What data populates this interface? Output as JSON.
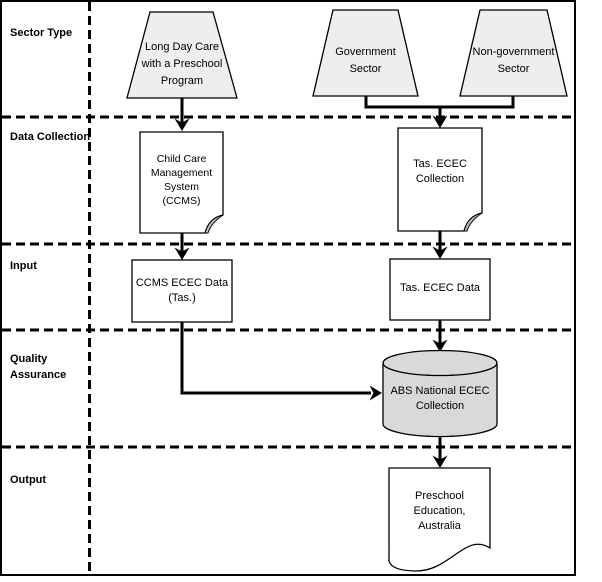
{
  "diagram": {
    "type": "flowchart",
    "rows": [
      {
        "id": "sector-type",
        "label": "Sector Type"
      },
      {
        "id": "data-collection",
        "label": "Data Collection"
      },
      {
        "id": "input",
        "label": "Input"
      },
      {
        "id": "quality-assurance",
        "label": "Quality\nAssurance"
      },
      {
        "id": "output",
        "label": "Output"
      }
    ],
    "nodes": {
      "long_day_care": {
        "shape": "trapezoid",
        "label": "Long Day Care\nwith a Preschool\nProgram"
      },
      "government": {
        "shape": "trapezoid",
        "label": "Government\nSector"
      },
      "non_government": {
        "shape": "trapezoid",
        "label": "Non-government\nSector"
      },
      "ccms": {
        "shape": "document",
        "label": "Child Care\nManagement\nSystem\n(CCMS)"
      },
      "tas_collection": {
        "shape": "document",
        "label": "Tas. ECEC\nCollection"
      },
      "ccms_data": {
        "shape": "rectangle",
        "label": "CCMS ECEC Data\n(Tas.)"
      },
      "tas_data": {
        "shape": "rectangle",
        "label": "Tas. ECEC Data"
      },
      "abs_collection": {
        "shape": "cylinder",
        "label": "ABS National ECEC\nCollection"
      },
      "preschool_education": {
        "shape": "document-wave",
        "label": "Preschool\nEducation,\nAustralia"
      }
    },
    "edges": [
      "long_day_care -> ccms",
      "government + non_government -> tas_collection",
      "ccms -> ccms_data",
      "tas_collection -> tas_data",
      "ccms_data -> abs_collection",
      "tas_data -> abs_collection",
      "abs_collection -> preschool_education"
    ],
    "colors": {
      "shape_fill": "#eeeeee",
      "cylinder_fill": "#d9d9d9",
      "fold_fill": "#bfbfbf",
      "plain_fill": "#ffffff",
      "line": "#000000",
      "background": "#ffffff"
    }
  }
}
